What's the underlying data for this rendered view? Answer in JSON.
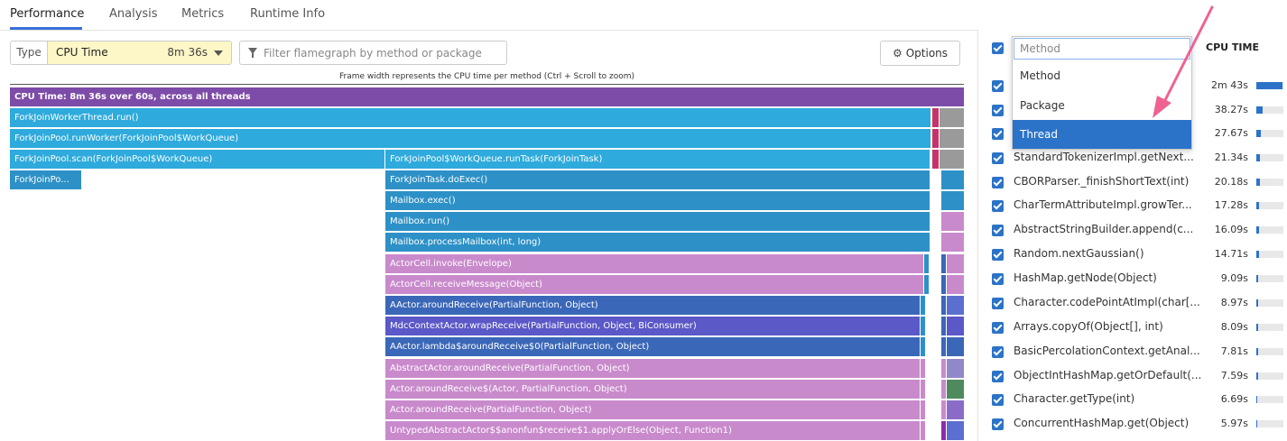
{
  "tabs": [
    "Performance",
    "Analysis",
    "Metrics",
    "Runtime Info"
  ],
  "toolbar": {
    "type_label": "Type",
    "type_selected": "CPU Time",
    "type_value": "8m 36s",
    "filter_placeholder": "Filter flamegraph by method or package",
    "options_label": "Options"
  },
  "caption": "Frame width represents the CPU time per method (Ctrl + Scroll to zoom)",
  "colors": {
    "root": "#7d4ba8",
    "blue": "#2eaadc",
    "blue_dark": "#2d91c7",
    "navy": "#3a67b8",
    "pink": "#c98acc",
    "crimson": "#c4346a",
    "gray": "#9a9a9a",
    "accent": "#2b73c8"
  },
  "flame": {
    "root": "CPU Time: 8m 36s over 60s, across all threads",
    "frames": [
      "ForkJoinWorkerThread.run()",
      "ForkJoinPool.runWorker(ForkJoinPool$WorkQueue)",
      "ForkJoinPool.scan(ForkJoinPool$WorkQueue)",
      "ForkJoinPool$WorkQueue.runTask(ForkJoinTask)",
      "ForkJoinPo...",
      "ForkJoinTask.doExec()",
      "Mailbox.exec()",
      "Mailbox.run()",
      "Mailbox.processMailbox(int, long)",
      "ActorCell.invoke(Envelope)",
      "ActorCell.receiveMessage(Object)",
      "AActor.aroundReceive(PartialFunction, Object)",
      "MdcContextActor.wrapReceive(PartialFunction, Object, BiConsumer)",
      "AActor.lambda$aroundReceive$0(PartialFunction, Object)",
      "AbstractActor.aroundReceive(PartialFunction, Object)",
      "Actor.aroundReceive$(Actor, PartialFunction, Object)",
      "Actor.aroundReceive(PartialFunction, Object)",
      "UntypedAbstractActor$$anonfun$receive$1.applyOrElse(Object, Function1)"
    ]
  },
  "panel": {
    "column_title": "CPU TIME",
    "dropdown": {
      "placeholder": "Method",
      "options": [
        "Method",
        "Package",
        "Thread"
      ],
      "selected": "Thread"
    },
    "rows": [
      {
        "name": "",
        "value": "2m 43s",
        "fraction": 0.95
      },
      {
        "name": "",
        "value": "38.27s",
        "fraction": 0.23
      },
      {
        "name": "",
        "value": "27.67s",
        "fraction": 0.17
      },
      {
        "name": "StandardTokenizerImpl.getNext...",
        "value": "21.34s",
        "fraction": 0.13
      },
      {
        "name": "CBORParser._finishShortText(int)",
        "value": "20.18s",
        "fraction": 0.12
      },
      {
        "name": "CharTermAttributeImpl.growTer...",
        "value": "17.28s",
        "fraction": 0.1
      },
      {
        "name": "AbstractStringBuilder.append(c...",
        "value": "16.09s",
        "fraction": 0.1
      },
      {
        "name": "Random.nextGaussian()",
        "value": "14.71s",
        "fraction": 0.09
      },
      {
        "name": "HashMap.getNode(Object)",
        "value": "9.09s",
        "fraction": 0.06
      },
      {
        "name": "Character.codePointAtImpl(char[...",
        "value": "8.97s",
        "fraction": 0.06
      },
      {
        "name": "Arrays.copyOf(Object[], int)",
        "value": "8.09s",
        "fraction": 0.05
      },
      {
        "name": "BasicPercolationContext.getAnal...",
        "value": "7.81s",
        "fraction": 0.05
      },
      {
        "name": "ObjectIntHashMap.getOrDefault(...",
        "value": "7.59s",
        "fraction": 0.05
      },
      {
        "name": "Character.getType(int)",
        "value": "6.69s",
        "fraction": 0.04
      },
      {
        "name": "ConcurrentHashMap.get(Object)",
        "value": "5.97s",
        "fraction": 0.04
      }
    ]
  }
}
